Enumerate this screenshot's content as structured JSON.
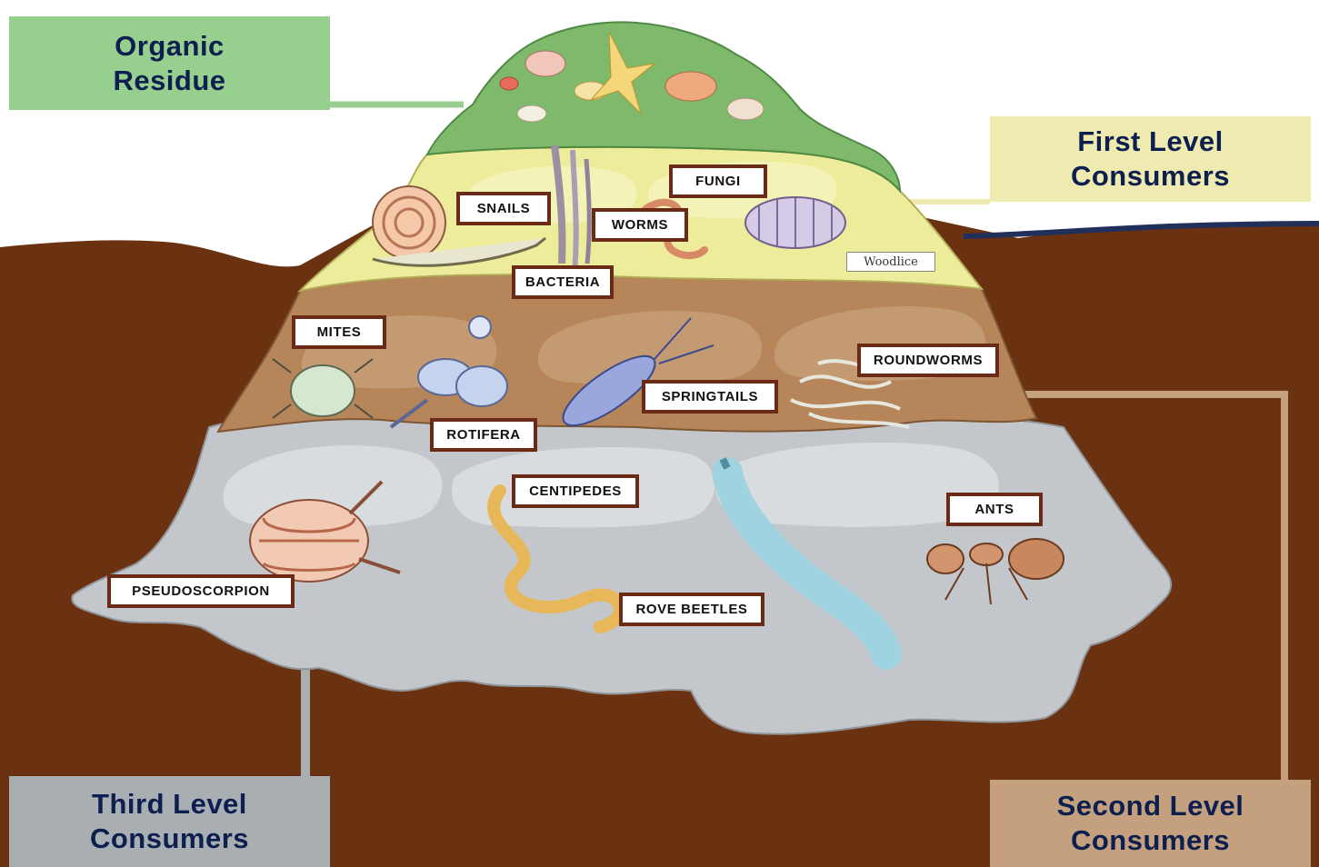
{
  "levels": {
    "organic_residue": {
      "line1": "Organic",
      "line2": "Residue",
      "color": "#97cf8e"
    },
    "first_level": {
      "line1": "First Level",
      "line2": "Consumers",
      "color": "#efeab0"
    },
    "second_level": {
      "line1": "Second Level",
      "line2": "Consumers",
      "color": "#c4a07e"
    },
    "third_level": {
      "line1": "Third Level",
      "line2": "Consumers",
      "color": "#a9aeb2"
    }
  },
  "organisms": {
    "fungi": "FUNGI",
    "snails": "SNAILS",
    "worms": "WORMS",
    "bacteria": "BACTERIA",
    "woodlice": "Woodlice",
    "mites": "MITES",
    "roundworms": "ROUNDWORMS",
    "springtails": "SPRINGTAILS",
    "rotifera": "ROTIFERA",
    "centipedes": "CENTIPEDES",
    "ants": "ANTS",
    "pseudoscorpion": "PSEUDOSCORPION",
    "rove_beetles": "ROVE BEETLES"
  },
  "colors": {
    "soil": "#6b3212",
    "organic_green": "#7fb96b",
    "first_band": "#ecec9a",
    "second_band": "#b68559",
    "third_band": "#c3c7cb",
    "label_border": "#6b2a16",
    "heading_text": "#0d1f4f"
  }
}
